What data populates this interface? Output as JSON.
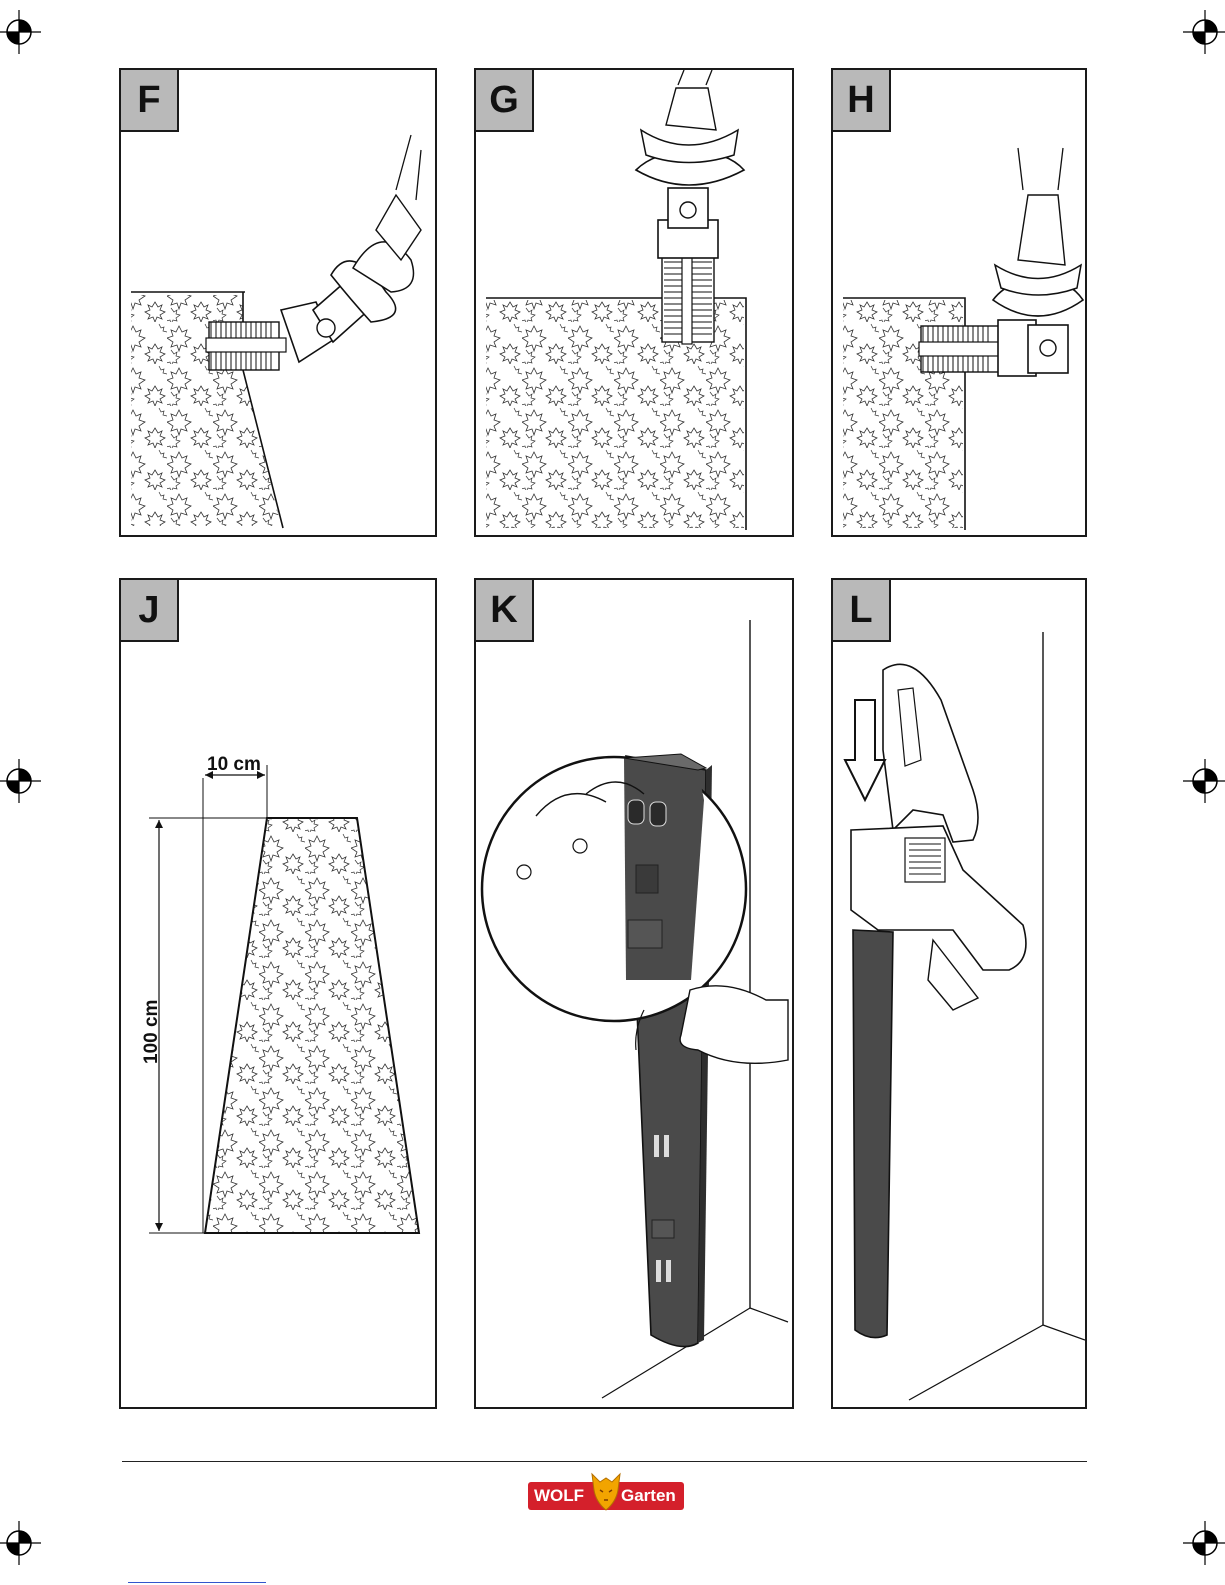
{
  "panels": [
    {
      "id": "F",
      "label": "F"
    },
    {
      "id": "G",
      "label": "G"
    },
    {
      "id": "H",
      "label": "H"
    },
    {
      "id": "J",
      "label": "J"
    },
    {
      "id": "K",
      "label": "K"
    },
    {
      "id": "L",
      "label": "L"
    }
  ],
  "dimensions": {
    "top_width": "10 cm",
    "height": "100 cm"
  },
  "logo": {
    "left_text": "WOLF",
    "right_text": "Garten",
    "colors": {
      "plate": "#d4202b",
      "fox": "#f2a400"
    }
  },
  "colors": {
    "label_background": "#b9b9b9",
    "tube": "#4a4a4a"
  }
}
